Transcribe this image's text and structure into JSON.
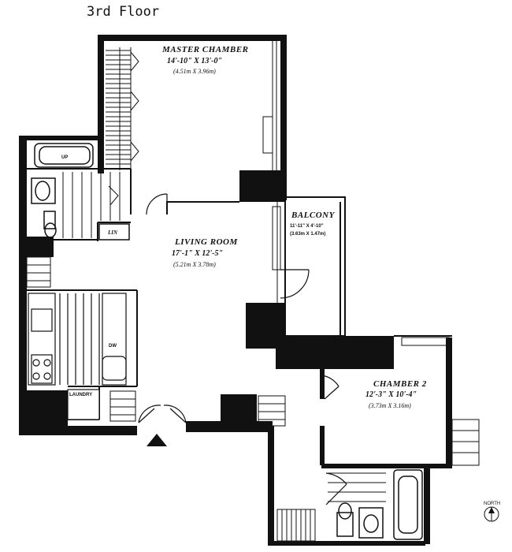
{
  "floor_title": "3rd Floor",
  "rooms": {
    "master": {
      "name": "MASTER CHAMBER",
      "dims": "14'-10\" X 13'-0\"",
      "metric": "(4.51m X 3.96m)"
    },
    "living": {
      "name": "LIVING ROOM",
      "dims": "17'-1\" X 12'-5\"",
      "metric": "(5.21m X 3.78m)"
    },
    "balcony": {
      "name": "BALCONY",
      "dims": "11'-11\" X 4'-10\"",
      "metric": "(3.63m X 1.47m)"
    },
    "chamber2": {
      "name": "CHAMBER 2",
      "dims": "12'-3\" X 10'-4\"",
      "metric": "(3.73m X 3.16m)"
    }
  },
  "labels": {
    "up": "UP",
    "lin": "LIN",
    "dw": "DW",
    "laundry": "LAUNDRY",
    "north": "NORTH"
  }
}
